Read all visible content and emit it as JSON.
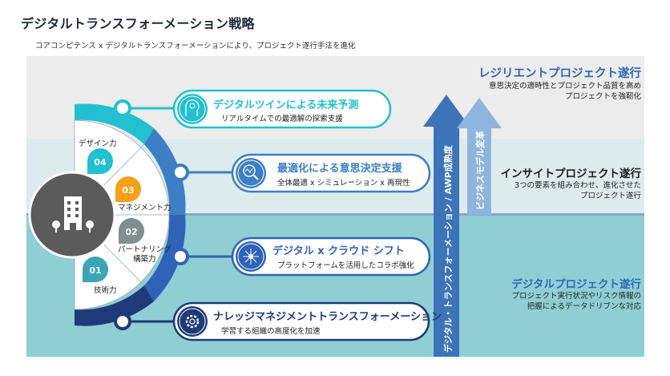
{
  "header": {
    "title": "デジタルトランスフォーメーション戦略",
    "subtitle": "コアコンピテンス x デジタルトランスフォーメーションにより、プロジェクト遂行手法を進化"
  },
  "capabilities": [
    {
      "number": "04",
      "label": "デザイン力"
    },
    {
      "number": "03",
      "label": "マネジメント力"
    },
    {
      "number": "02",
      "label_line1": "パートナリング",
      "label_line2": "構築力"
    },
    {
      "number": "01",
      "label": "技術力"
    }
  ],
  "initiatives": [
    {
      "title": "デジタルツインによる未来予測",
      "subtitle": "リアルタイムでの最適解の探索支援",
      "icon": "brain-head-icon",
      "color": "#22c0d0"
    },
    {
      "title": "最適化による意思決定支援",
      "subtitle": "全体最適 x シミュレーション x 再現性",
      "icon": "magnifier-chart-icon",
      "color": "#3d7fc4"
    },
    {
      "title": "デジタル x クラウド シフト",
      "subtitle": "プラットフォームを活用したコラボ強化",
      "icon": "network-icon",
      "color": "#2f63b8"
    },
    {
      "title": "ナレッジマネジメントトランスフォーメーション",
      "subtitle": "学習する組織の高度化を加速",
      "icon": "gear-icon",
      "color": "#1f3a78"
    }
  ],
  "arrows": {
    "left_label": "デジタル・トランスフォーメーション / AWP成熟度",
    "right_label": "ビジネスモデル変革"
  },
  "levels": [
    {
      "title": "レジリエントプロジェクト遂行",
      "desc_line1": "意思決定の適時性とプロジェクト品質を高め",
      "desc_line2": "プロジェクトを強靭化",
      "color": "#2e67b6"
    },
    {
      "title": "インサイトプロジェクト遂行",
      "desc_line1": "3つの要素を組み合わせ、進化させた",
      "desc_line2": "プロジェクト遂行",
      "color": "#1a1a1a"
    },
    {
      "title": "デジタルプロジェクト遂行",
      "desc_line1": "プロジェクト実行状況やリスク情報の",
      "desc_line2": "把握によるデータドリブンな対応",
      "color": "#2e67b6"
    }
  ]
}
